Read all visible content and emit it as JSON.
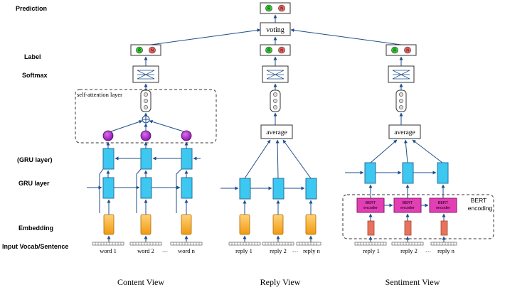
{
  "left_labels": {
    "prediction": "Prediction",
    "label": "Label",
    "softmax": "Softmax",
    "gru_layer_paren": "(GRU layer)",
    "gru_layer": "GRU layer",
    "embedding": "Embedding",
    "input": "Input Vocab/Sentence"
  },
  "voting": "voting",
  "pill": {
    "r": "R",
    "n": "N",
    "r_color": "#33cc33",
    "n_color": "#f26060"
  },
  "content_view": {
    "title": "Content View",
    "attention_label": "self-attention layer",
    "words": [
      "word 1",
      "word 2",
      "word n"
    ],
    "ellipsis": "…"
  },
  "reply_view": {
    "title": "Reply View",
    "average": "average",
    "replies": [
      "reply 1",
      "reply 2",
      "reply n"
    ],
    "ellipsis": "…"
  },
  "sentiment_view": {
    "title": "Sentiment View",
    "average": "average",
    "bert_label_1": "BERT",
    "bert_label_2": "encoding",
    "bert_box_1": "BERT",
    "bert_box_2": "encoder",
    "replies": [
      "reply 1",
      "reply 2",
      "reply n"
    ],
    "ellipsis": "…"
  },
  "colors": {
    "gru": "#3cc8f0",
    "embedding": "#f5a623",
    "bert": "#e33fb5",
    "attention": "#a11fc0"
  }
}
